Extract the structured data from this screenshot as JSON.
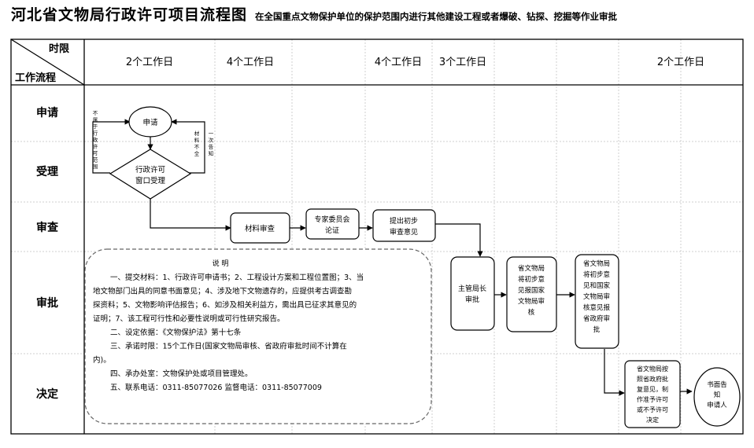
{
  "title": "河北省文物局行政许可项目流程图",
  "subtitle": "在全国重点文物保护单位的保护范围内进行其他建设工程或者爆破、钻探、挖掘等作业审批",
  "header": {
    "corner_top": "时限",
    "corner_bottom": "工作流程",
    "time_limits": [
      "2个工作日",
      "4个工作日",
      "4个工作日",
      "3个工作日",
      "2个工作日"
    ]
  },
  "rows": [
    "申请",
    "受理",
    "审查",
    "审批",
    "决定"
  ],
  "nodes": {
    "apply": "申请",
    "accept": [
      "行政许可",
      "窗口受理"
    ],
    "material_review": "材料审查",
    "expert": [
      "专家委员会",
      "论证"
    ],
    "preliminary": [
      "提出初步",
      "审查意见"
    ],
    "director": [
      "主管局长",
      "审批"
    ],
    "report_national": [
      "省文物局",
      "将初步意",
      "见报国家",
      "文物局审",
      "核"
    ],
    "report_provincial": [
      "省文物局",
      "将初步意",
      "见和国家",
      "文物局审",
      "核意见报",
      "省政府审",
      "批"
    ],
    "decide": [
      "省文物局按",
      "照省政府批",
      "复意见，制",
      "作准予许可",
      "或不予许可",
      "决定"
    ],
    "notify": [
      "书面告",
      "知",
      "申请人"
    ]
  },
  "side_labels": {
    "left": "不属于行政许可范围",
    "right_top": "一次告知",
    "right_bottom": "材料不全"
  },
  "notes": {
    "heading": "说    明",
    "lines": [
      "一、提交材料：1、行政许可申请书；2、工程设计方案和工程位置图；3、当",
      "地文物部门出具的同意书面意见；4、涉及地下文物遗存的，应提供考古调查勘",
      "探资料；5、文物影响评估报告；6、如涉及相关利益方，需出具已征求其意见的",
      "证明；7、该工程可行性和必要性说明或可行性研究报告。",
      "二、设定依据：《文物保护法》第十七条",
      "三、承诺时限：15个工作日(国家文物局审核、省政府审批时间不计算在",
      "内)。",
      "四、承办处室：文物保护处或项目管理处。",
      "五、联系电话：0311-85077026      监督电话：0311-85077009"
    ]
  }
}
